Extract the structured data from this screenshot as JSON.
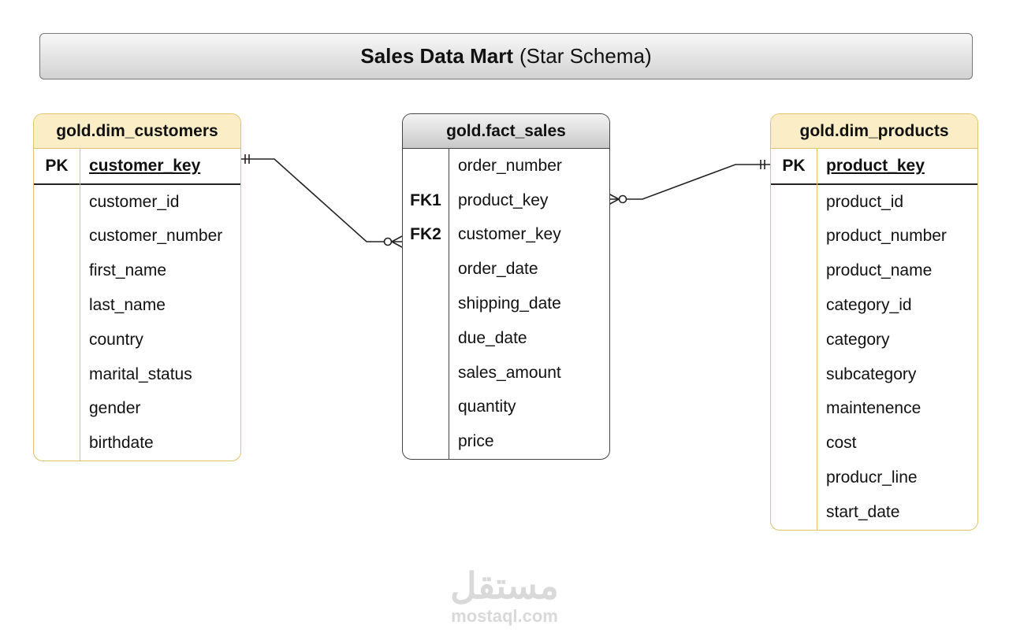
{
  "title": {
    "bold": "Sales Data Mart",
    "normal": "(Star Schema)"
  },
  "tables": {
    "dim_customers": {
      "name": "gold.dim_customers",
      "rows": [
        {
          "key": "PK",
          "name": "customer_key"
        },
        {
          "key": "",
          "name": "customer_id"
        },
        {
          "key": "",
          "name": "customer_number"
        },
        {
          "key": "",
          "name": "first_name"
        },
        {
          "key": "",
          "name": "last_name"
        },
        {
          "key": "",
          "name": "country"
        },
        {
          "key": "",
          "name": "marital_status"
        },
        {
          "key": "",
          "name": "gender"
        },
        {
          "key": "",
          "name": "birthdate"
        }
      ]
    },
    "fact_sales": {
      "name": "gold.fact_sales",
      "rows": [
        {
          "key": "",
          "name": "order_number"
        },
        {
          "key": "FK1",
          "name": "product_key"
        },
        {
          "key": "FK2",
          "name": "customer_key"
        },
        {
          "key": "",
          "name": "order_date"
        },
        {
          "key": "",
          "name": "shipping_date"
        },
        {
          "key": "",
          "name": "due_date"
        },
        {
          "key": "",
          "name": "sales_amount"
        },
        {
          "key": "",
          "name": "quantity"
        },
        {
          "key": "",
          "name": "price"
        }
      ]
    },
    "dim_products": {
      "name": "gold.dim_products",
      "rows": [
        {
          "key": "PK",
          "name": "product_key"
        },
        {
          "key": "",
          "name": "product_id"
        },
        {
          "key": "",
          "name": "product_number"
        },
        {
          "key": "",
          "name": "product_name"
        },
        {
          "key": "",
          "name": "category_id"
        },
        {
          "key": "",
          "name": "category"
        },
        {
          "key": "",
          "name": "subcategory"
        },
        {
          "key": "",
          "name": "maintenence"
        },
        {
          "key": "",
          "name": "cost"
        },
        {
          "key": "",
          "name": "producr_line"
        },
        {
          "key": "",
          "name": "start_date"
        }
      ]
    }
  },
  "watermark": {
    "arabic": "مستقل",
    "latin": "mostaql.com"
  }
}
